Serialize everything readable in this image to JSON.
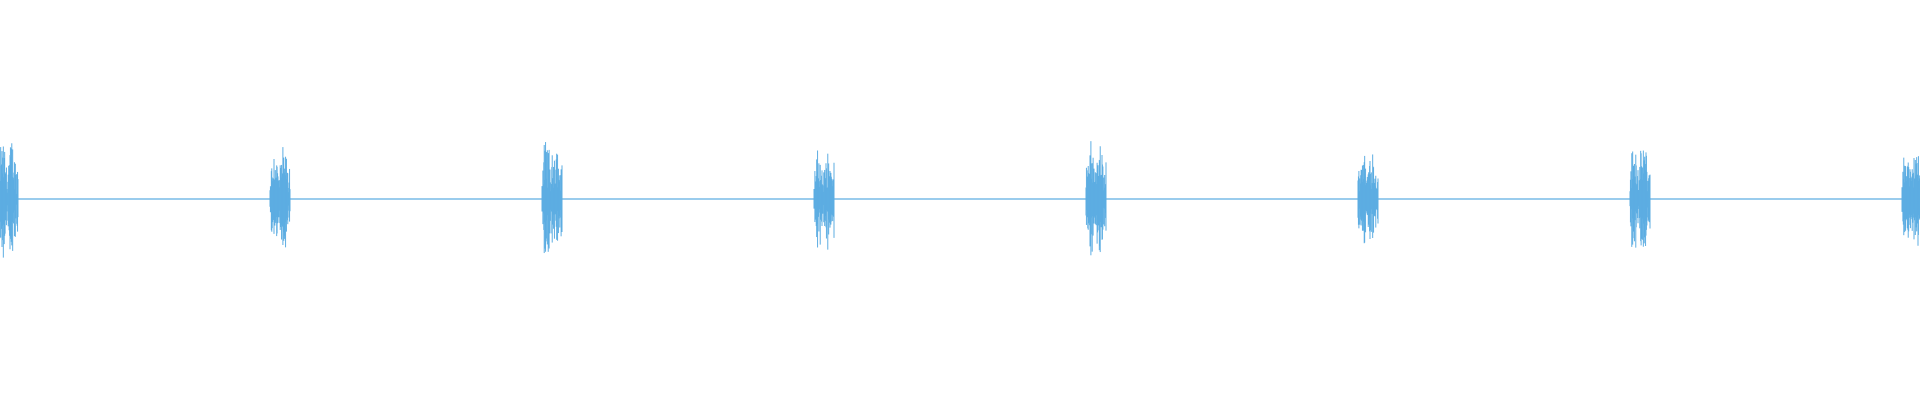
{
  "waveform": {
    "type": "audio-waveform",
    "wave_color": "#5DADE2",
    "background_color": "#FFFFFF",
    "baseline_amplitude": 0,
    "bursts": [
      {
        "amplitude": 0.95
      },
      {
        "amplitude": 0.82
      },
      {
        "amplitude": 0.96
      },
      {
        "amplitude": 0.77
      },
      {
        "amplitude": 0.87
      },
      {
        "amplitude": 0.86
      },
      {
        "amplitude": 0.91
      },
      {
        "amplitude": 0.82
      }
    ]
  }
}
